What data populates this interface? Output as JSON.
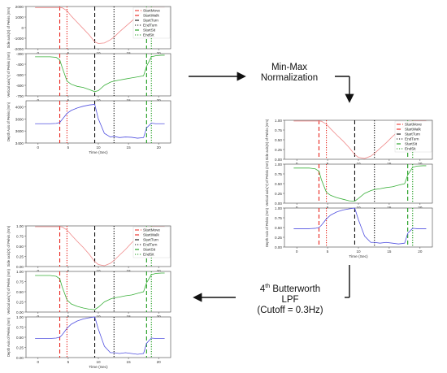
{
  "steps": {
    "normalize": {
      "lines": [
        "Min-Max",
        "Normalization"
      ]
    },
    "filter": {
      "pre": "4",
      "sup": "th",
      "post": " Butterworth",
      "lines": [
        "LPF",
        "(Cutoff = 0.3Hz)"
      ]
    }
  },
  "legend": {
    "items": [
      "StartMove",
      "StartWalk",
      "StartTurn",
      "EndTurn",
      "StartSit",
      "EndSit"
    ],
    "colors": [
      "#e8241c",
      "#e8241c",
      "#111111",
      "#111111",
      "#1a9a1a",
      "#1a9a1a"
    ],
    "dash": [
      "dashdot",
      "dashed",
      "dashed",
      "dotted",
      "dashed",
      "dotted"
    ]
  },
  "event_colors": {
    "red": "#e8241c",
    "black": "#111111",
    "green": "#1a9a1a"
  },
  "series_colors": {
    "side": "#f08a8a",
    "vertical": "#3ab03a",
    "depth": "#5050e0"
  },
  "chart_data": [
    {
      "panel": "raw",
      "type": "line",
      "xlabel": "Time (Sec)",
      "xlim": [
        -2,
        22
      ],
      "xticks": [
        "0",
        "5",
        "10",
        "15",
        "20"
      ],
      "events": {
        "StartMove": 3.6,
        "StartWalk": 4.8,
        "StartTurn": 9.4,
        "EndTurn": 12.6,
        "StartSit": 18.0,
        "EndSit": 18.8
      },
      "subplots": [
        {
          "ylabel": "Side axis(X) of Pelvis (mm)",
          "ylim": [
            -2000,
            2000
          ],
          "yticks": [
            "2000",
            "1000",
            "0",
            "-1000",
            "-2000"
          ],
          "series_color": "side",
          "x": [
            -0.5,
            0,
            1,
            2,
            3,
            3.6,
            4,
            4.8,
            5.5,
            6.5,
            7.5,
            8.5,
            9.4,
            10,
            11,
            12,
            12.6,
            13.5,
            14.5,
            15.5,
            16.5,
            17.5,
            18,
            18.8,
            19.5,
            20.5,
            21
          ],
          "y": [
            1900,
            1900,
            1900,
            1900,
            1900,
            1900,
            1880,
            1600,
            1100,
            500,
            -100,
            -700,
            -1350,
            -1500,
            -1450,
            -1150,
            -900,
            -400,
            100,
            600,
            1100,
            1600,
            1850,
            1900,
            1900,
            1900,
            1900
          ]
        },
        {
          "ylabel": "Vertical axis(Y) of Pelvis (mm)",
          "ylim": [
            -700,
            -300
          ],
          "yticks": [
            "-300",
            "-400",
            "-500",
            "-600",
            "-700"
          ],
          "series_color": "vertical",
          "x": [
            -0.5,
            0,
            1,
            2,
            3,
            3.6,
            4,
            4.8,
            5.5,
            6.5,
            7.5,
            8.5,
            9.4,
            10,
            11,
            12,
            12.6,
            13.5,
            14.5,
            15.5,
            16.5,
            17.5,
            18,
            18.8,
            19.5,
            20.5,
            21
          ],
          "y": [
            -330,
            -330,
            -330,
            -330,
            -335,
            -360,
            -430,
            -560,
            -590,
            -610,
            -620,
            -640,
            -660,
            -650,
            -600,
            -570,
            -560,
            -550,
            -540,
            -530,
            -520,
            -510,
            -420,
            -330,
            -320,
            -315,
            -315
          ]
        },
        {
          "ylabel": "Depth Axis of Pelvis (mm)",
          "ylim": [
            3400,
            4100
          ],
          "yticks": [
            "4000",
            "3800",
            "3600",
            "3400"
          ],
          "series_color": "depth",
          "x": [
            -0.5,
            0,
            1,
            2,
            3,
            3.6,
            4,
            4.8,
            5.5,
            6.5,
            7.5,
            8.5,
            9.4,
            10,
            11,
            12,
            12.6,
            13.5,
            14.5,
            15.5,
            16.5,
            17.5,
            18,
            18.8,
            19.5,
            20.5,
            21
          ],
          "y": [
            3720,
            3720,
            3720,
            3720,
            3725,
            3740,
            3790,
            3890,
            3940,
            3980,
            4010,
            4030,
            4040,
            3800,
            3560,
            3500,
            3510,
            3490,
            3500,
            3495,
            3480,
            3490,
            3650,
            3730,
            3720,
            3720,
            3720
          ]
        }
      ]
    },
    {
      "panel": "normalized",
      "type": "line",
      "xlabel": "Time (Sec)",
      "xlim": [
        -2,
        22
      ],
      "xticks": [
        "0",
        "5",
        "10",
        "15",
        "20"
      ],
      "events": {
        "StartMove": 3.6,
        "StartWalk": 4.8,
        "StartTurn": 9.4,
        "EndTurn": 12.6,
        "StartSit": 18.0,
        "EndSit": 18.8
      },
      "subplots": [
        {
          "ylabel": "Side axis(X) of Pelvis (mm)",
          "ylim": [
            0,
            1
          ],
          "yticks": [
            "1.00",
            "0.75",
            "0.50",
            "0.25",
            "0.00"
          ],
          "series_color": "side",
          "x": [
            -0.5,
            0,
            1,
            2,
            3,
            3.6,
            4,
            4.8,
            5.5,
            6.5,
            7.5,
            8.5,
            9.4,
            10,
            11,
            12,
            12.6,
            13.5,
            14.5,
            15.5,
            16.5,
            17.5,
            18,
            18.8,
            19.5,
            20.5,
            21
          ],
          "y": [
            0.98,
            0.98,
            0.98,
            0.98,
            0.98,
            0.98,
            0.975,
            0.9,
            0.78,
            0.62,
            0.47,
            0.3,
            0.12,
            0.05,
            0.02,
            0.08,
            0.15,
            0.28,
            0.42,
            0.58,
            0.72,
            0.86,
            0.95,
            0.98,
            0.98,
            0.98,
            0.98
          ]
        },
        {
          "ylabel": "Vertical axis(Y) of Pelvis (mm)",
          "ylim": [
            0,
            1
          ],
          "yticks": [
            "1.00",
            "0.75",
            "0.50",
            "0.25",
            "0.00"
          ],
          "series_color": "vertical",
          "x": [
            -0.5,
            0,
            1,
            2,
            3,
            3.6,
            4,
            4.8,
            5.5,
            6.5,
            7.5,
            8.5,
            9.4,
            10,
            11,
            12,
            12.6,
            13.5,
            14.5,
            15.5,
            16.5,
            17.5,
            18,
            18.8,
            19.5,
            20.5,
            21
          ],
          "y": [
            0.9,
            0.9,
            0.9,
            0.9,
            0.88,
            0.82,
            0.6,
            0.28,
            0.2,
            0.14,
            0.1,
            0.06,
            0.05,
            0.12,
            0.25,
            0.32,
            0.35,
            0.37,
            0.4,
            0.42,
            0.46,
            0.5,
            0.72,
            0.92,
            0.95,
            0.96,
            0.96
          ]
        },
        {
          "ylabel": "Depth Axis of Pelvis (mm)",
          "ylim": [
            0,
            1
          ],
          "yticks": [
            "1.00",
            "0.75",
            "0.50",
            "0.25",
            "0.00"
          ],
          "series_color": "depth",
          "x": [
            -0.5,
            0,
            1,
            2,
            3,
            3.6,
            4,
            4.8,
            5.5,
            6.5,
            7.5,
            8.5,
            9.4,
            10,
            11,
            12,
            12.6,
            13.5,
            14.5,
            15.5,
            16.5,
            17.5,
            18,
            18.8,
            19.5,
            20.5,
            21
          ],
          "y": [
            0.47,
            0.47,
            0.47,
            0.47,
            0.48,
            0.5,
            0.56,
            0.72,
            0.82,
            0.9,
            0.95,
            0.98,
            1.0,
            0.7,
            0.28,
            0.12,
            0.12,
            0.1,
            0.12,
            0.1,
            0.08,
            0.1,
            0.35,
            0.48,
            0.47,
            0.47,
            0.47
          ]
        }
      ]
    },
    {
      "panel": "filtered",
      "type": "line",
      "xlabel": "Time (Sec)",
      "xlim": [
        -2,
        22
      ],
      "xticks": [
        "0",
        "5",
        "10",
        "15",
        "20"
      ],
      "events": {
        "StartMove": 3.6,
        "StartWalk": 4.8,
        "StartTurn": 9.4,
        "EndTurn": 12.6,
        "StartSit": 18.0,
        "EndSit": 18.8
      },
      "subplots": [
        {
          "ylabel": "Side axis(X) of Pelvis (mm)",
          "ylim": [
            0,
            1
          ],
          "yticks": [
            "1.00",
            "0.75",
            "0.50",
            "0.25",
            "0.00"
          ],
          "series_color": "side",
          "x": [
            -0.5,
            0,
            1,
            2,
            3,
            3.6,
            4,
            4.8,
            5.5,
            6.5,
            7.5,
            8.5,
            9.4,
            10,
            11,
            12,
            12.6,
            13.5,
            14.5,
            15.5,
            16.5,
            17.5,
            18,
            18.8,
            19.5,
            20.5,
            21
          ],
          "y": [
            0.98,
            0.98,
            0.98,
            0.98,
            0.98,
            0.98,
            0.975,
            0.9,
            0.78,
            0.62,
            0.47,
            0.3,
            0.12,
            0.05,
            0.02,
            0.08,
            0.15,
            0.28,
            0.42,
            0.58,
            0.72,
            0.86,
            0.95,
            0.98,
            0.98,
            0.98,
            0.98
          ]
        },
        {
          "ylabel": "Vertical axis(Y) of Pelvis (mm)",
          "ylim": [
            0,
            1
          ],
          "yticks": [
            "1.00",
            "0.75",
            "0.50",
            "0.25",
            "0.00"
          ],
          "series_color": "vertical",
          "x": [
            -0.5,
            0,
            1,
            2,
            3,
            3.6,
            4,
            4.8,
            5.5,
            6.5,
            7.5,
            8.5,
            9.4,
            10,
            11,
            12,
            12.6,
            13.5,
            14.5,
            15.5,
            16.5,
            17.5,
            18,
            18.8,
            19.5,
            20.5,
            21
          ],
          "y": [
            0.9,
            0.9,
            0.9,
            0.9,
            0.88,
            0.82,
            0.62,
            0.3,
            0.2,
            0.14,
            0.1,
            0.07,
            0.06,
            0.12,
            0.25,
            0.32,
            0.35,
            0.37,
            0.4,
            0.42,
            0.46,
            0.5,
            0.72,
            0.92,
            0.95,
            0.96,
            0.96
          ]
        },
        {
          "ylabel": "Depth Axis of Pelvis (mm)",
          "ylim": [
            0,
            1
          ],
          "yticks": [
            "1.00",
            "0.75",
            "0.50",
            "0.25",
            "0.00"
          ],
          "series_color": "depth",
          "x": [
            -0.5,
            0,
            1,
            2,
            3,
            3.6,
            4,
            4.8,
            5.5,
            6.5,
            7.5,
            8.5,
            9.4,
            10,
            11,
            12,
            12.6,
            13.5,
            14.5,
            15.5,
            16.5,
            17.5,
            18,
            18.8,
            19.5,
            20.5,
            21
          ],
          "y": [
            0.47,
            0.47,
            0.47,
            0.47,
            0.48,
            0.5,
            0.56,
            0.72,
            0.82,
            0.9,
            0.95,
            0.98,
            1.0,
            0.7,
            0.28,
            0.12,
            0.12,
            0.1,
            0.12,
            0.1,
            0.08,
            0.1,
            0.35,
            0.48,
            0.47,
            0.47,
            0.47
          ]
        }
      ]
    }
  ]
}
